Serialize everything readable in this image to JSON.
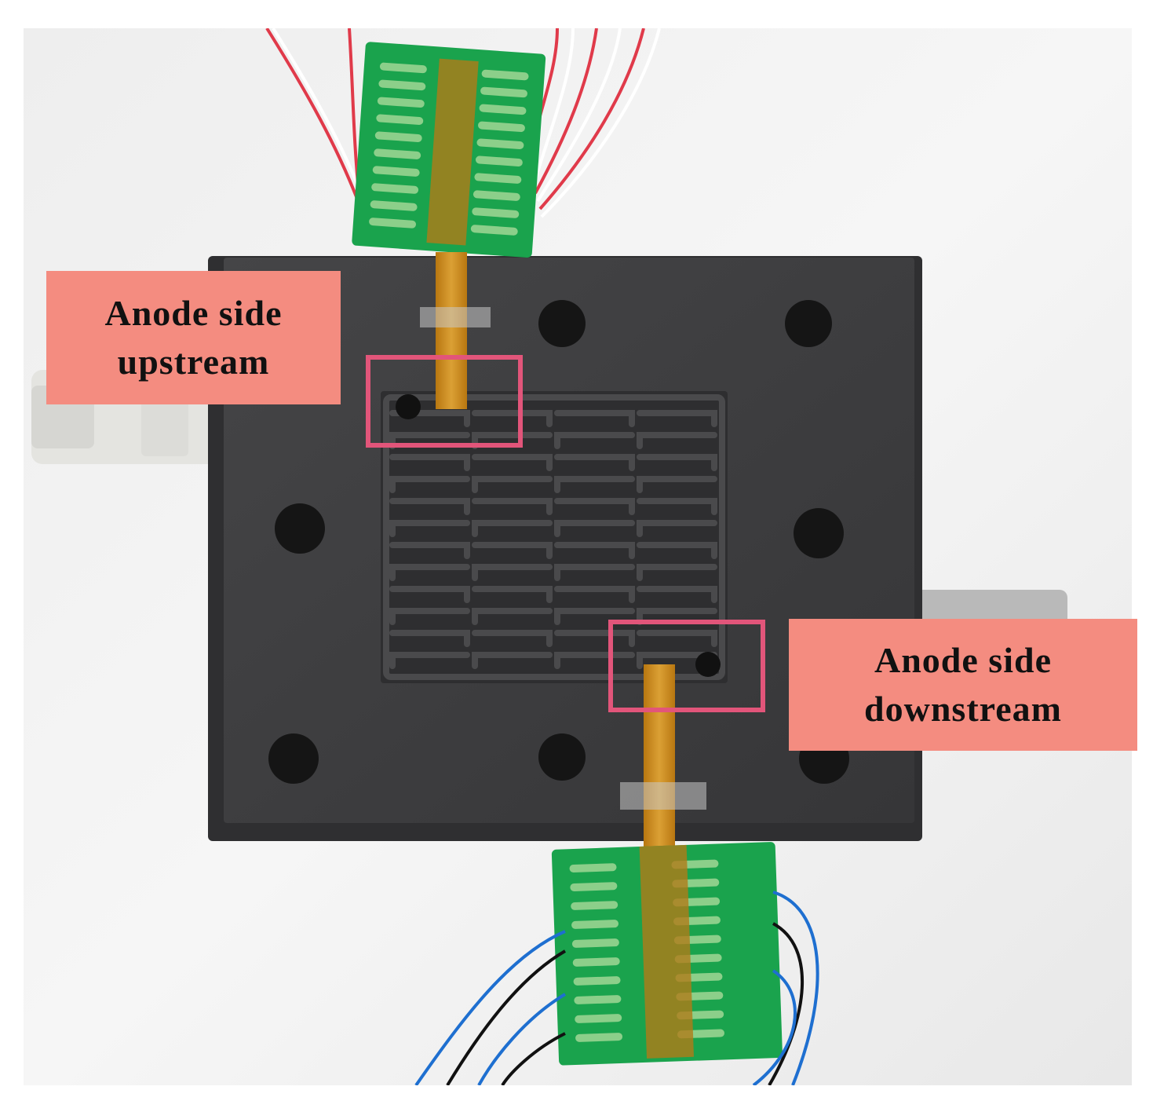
{
  "labels": {
    "upstream": {
      "line1": "Anode side",
      "line2": "upstream"
    },
    "downstream": {
      "line1": "Anode side",
      "line2": "downstream"
    }
  },
  "colors": {
    "label_bg": "#f48c80",
    "highlight_box": "#e2557a",
    "plate": "#3d3d3f",
    "pcb": "#17a34a",
    "flex_cable": "#c98a18"
  }
}
